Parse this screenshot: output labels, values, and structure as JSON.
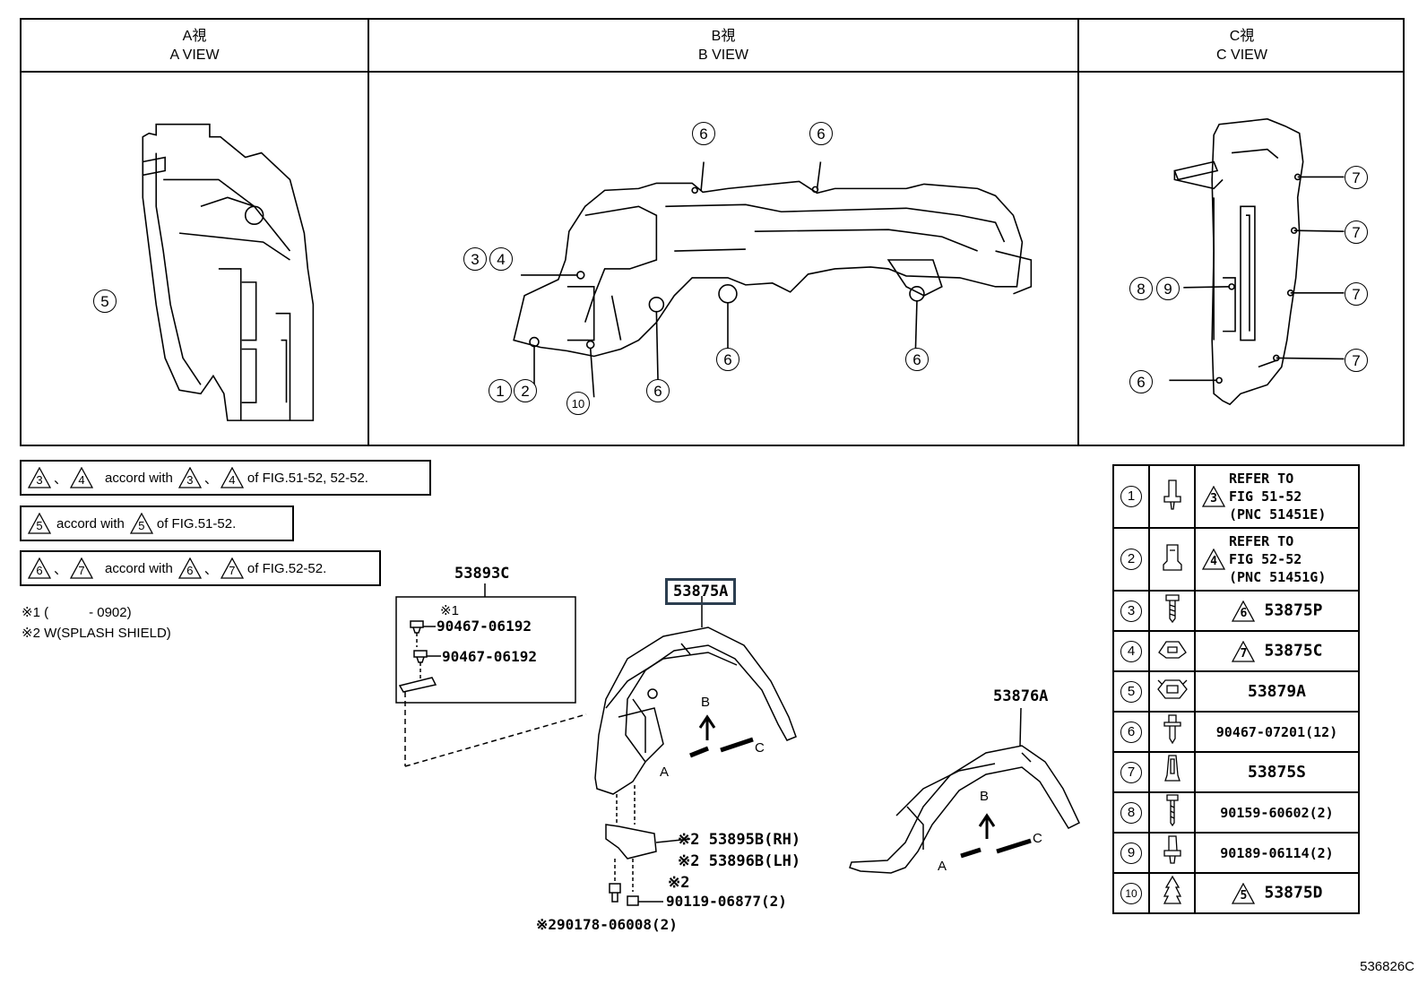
{
  "views": [
    {
      "jp": "A視",
      "en": "A VIEW"
    },
    {
      "jp": "B視",
      "en": "B VIEW"
    },
    {
      "jp": "C視",
      "en": "C VIEW"
    }
  ],
  "callouts": {
    "a_view": [
      "5"
    ],
    "b_view": [
      "6",
      "6",
      "3",
      "4",
      "6",
      "6",
      "1",
      "2",
      "10",
      "6"
    ],
    "c_view": [
      "7",
      "7",
      "8",
      "9",
      "7",
      "7",
      "6"
    ]
  },
  "notes": [
    {
      "tri1": "3",
      "tri2": "4",
      "text": "accord with",
      "tri3": "3",
      "tri4": "4",
      "tail": "of FIG.51-52, 52-52."
    },
    {
      "tri1": "5",
      "text": "accord with",
      "tri2": "5",
      "tail": "of FIG.51-52."
    },
    {
      "tri1": "6",
      "tri2": "7",
      "text": "accord with",
      "tri3": "6",
      "tri4": "7",
      "tail": "of FIG.52-52."
    }
  ],
  "footnotes": [
    "※1 (　　　- 0902)",
    "※2 W(SPLASH SHIELD)"
  ],
  "parts": {
    "p53893C": "53893C",
    "mark1": "※1",
    "clip_a": "90467-06192",
    "clip_b": "90467-06192",
    "p53875A": "53875A",
    "p53876A": "53876A",
    "shield_rh": "※2 53895B(RH)",
    "shield_lh": "※2 53896B(LH)",
    "mark2": "※2",
    "bolt": "90119-06877(2)",
    "screw": "※290178-06008(2)",
    "dir_b": "B",
    "dir_a": "A",
    "dir_c": "C",
    "dir_b2": "B",
    "dir_a2": "A",
    "dir_c2": "C"
  },
  "legend": [
    {
      "num": "1",
      "icon": "push-rivet-icon",
      "ref_tri": "3",
      "lines": [
        "REFER TO",
        "FIG 51-52",
        "(PNC 51451E)"
      ]
    },
    {
      "num": "2",
      "icon": "clip-nut-icon",
      "ref_tri": "4",
      "lines": [
        "REFER TO",
        "FIG 52-52",
        "(PNC 51451G)"
      ]
    },
    {
      "num": "3",
      "icon": "screw-icon",
      "tri": "6",
      "part": "53875P"
    },
    {
      "num": "4",
      "icon": "spring-nut-icon",
      "tri": "7",
      "part": "53875C"
    },
    {
      "num": "5",
      "icon": "grommet-icon",
      "part": "53879A"
    },
    {
      "num": "6",
      "icon": "bolt-washer-icon",
      "part": "90467-07201(12)"
    },
    {
      "num": "7",
      "icon": "pin-clip-icon",
      "part": "53875S"
    },
    {
      "num": "8",
      "icon": "screw-long-icon",
      "part": "90159-60602(2)"
    },
    {
      "num": "9",
      "icon": "rivet-clip-icon",
      "part": "90189-06114(2)"
    },
    {
      "num": "10",
      "icon": "fir-tree-clip-icon",
      "tri": "5",
      "part": "53875D"
    }
  ],
  "fig_code": "536826C"
}
